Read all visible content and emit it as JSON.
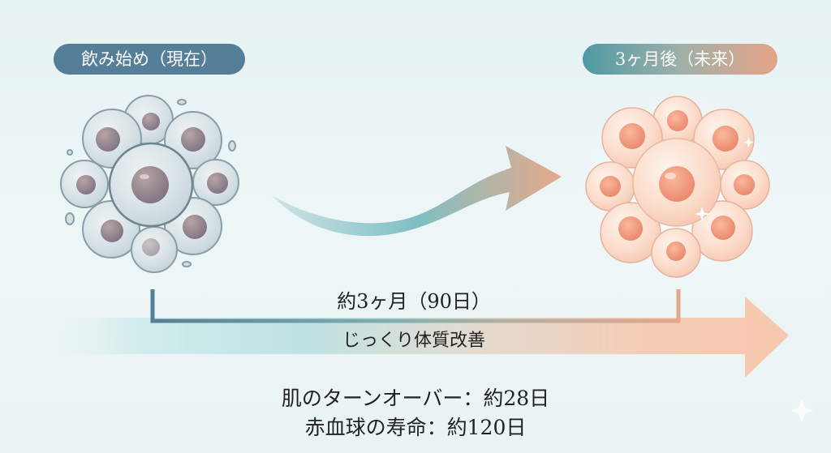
{
  "labels": {
    "start": "飲み始め（現在）",
    "future": "3ヶ月後（未来）"
  },
  "timeline": {
    "period": "約3ヶ月（90日）",
    "description": "じっくり体質改善"
  },
  "facts": [
    "肌のターンオーバー：約28日",
    "赤血球の寿命：約120日"
  ],
  "illustrations": {
    "before": "dull-cell-cluster",
    "after": "glowing-cell-cluster"
  },
  "colors": {
    "start_pill": "#557e98",
    "future_pill_start": "#4e9aa4",
    "future_pill_end": "#e6a386",
    "arrow_teal": "#7fbfc3",
    "arrow_peach": "#f4c3a8",
    "bracket_start": "#557e98",
    "bracket_end": "#e2a88c"
  }
}
